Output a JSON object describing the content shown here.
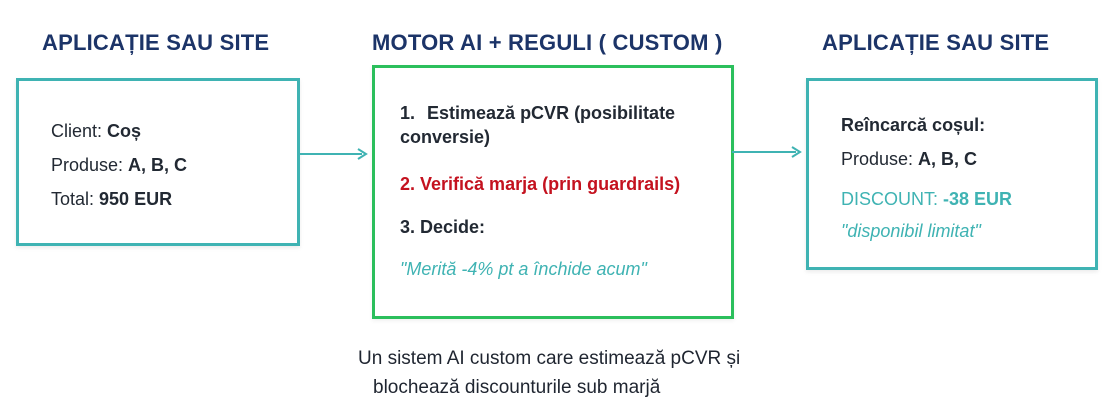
{
  "columns": {
    "left_title": "APLICAȚIE SAU SITE",
    "mid_title": "MOTOR AI + REGULI ( CUSTOM )",
    "right_title": "APLICAȚIE SAU SITE"
  },
  "left_box": {
    "client_label": "Client: ",
    "client_value": "Coș",
    "products_label": "Produse: ",
    "products_value": "A, B, C",
    "total_label": "Total: ",
    "total_value": "950 EUR"
  },
  "mid_box": {
    "step1_num": "1.",
    "step1_text": "Estimează pCVR (posibilitate conversie)",
    "step2_text": "2. Verifică marja (prin guardrails)",
    "step3_text": "3. Decide:",
    "quote": "\"Merită -4% pt a închide acum\""
  },
  "right_box": {
    "reload": "Reîncarcă coșul:",
    "products_label": "Produse: ",
    "products_value": "A, B, C",
    "discount_label": "DISCOUNT: ",
    "discount_value": "-38 EUR",
    "availability": "\"disponibil limitat\""
  },
  "caption": {
    "line1": "Un sistem AI custom care estimează pCVR și",
    "line2": "blochează discounturile sub marjă"
  },
  "colors": {
    "title": "#1c3468",
    "teal": "#3fb3b3",
    "green_border": "#2bbf5c",
    "red_step": "#c4121f"
  }
}
